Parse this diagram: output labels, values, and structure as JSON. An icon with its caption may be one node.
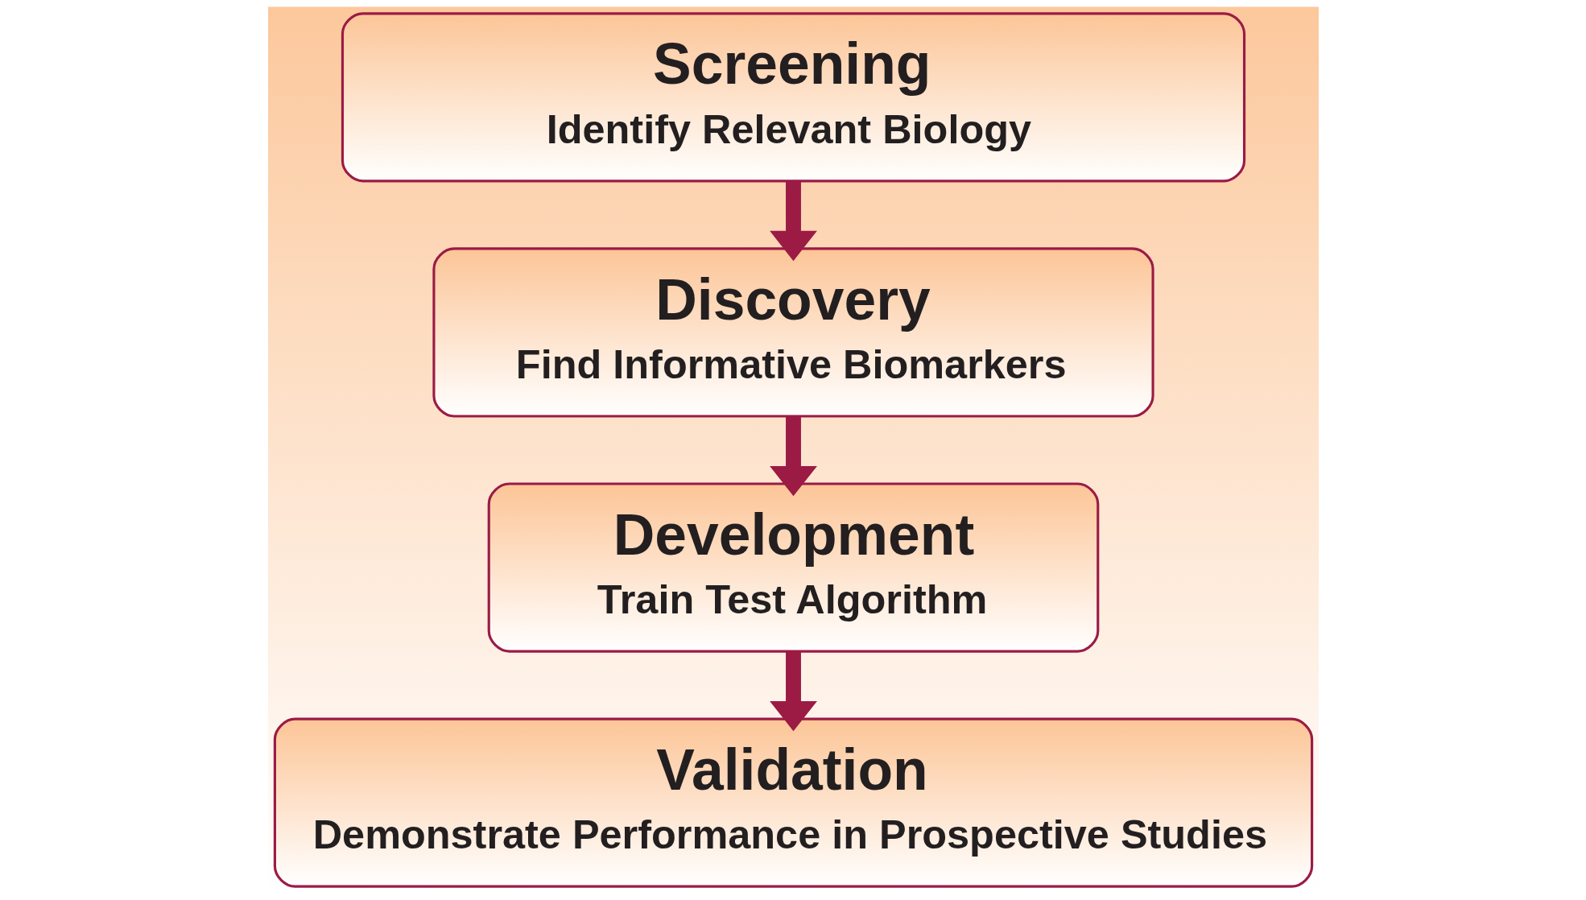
{
  "diagram": {
    "nodes": [
      {
        "text": [
          "Screening",
          "Identify Relevant Biology"
        ]
      },
      {
        "text": [
          "Discovery",
          "Find Informative Biomarkers"
        ]
      },
      {
        "text": [
          "Development",
          "Train Test Algorithm"
        ]
      },
      {
        "text": [
          "Validation",
          "Demonstrate Performance in Prospective Studies"
        ]
      }
    ],
    "edges": [
      {
        "from": 0,
        "to": 1,
        "arrow": "to"
      },
      {
        "from": 1,
        "to": 2,
        "arrow": "to"
      },
      {
        "from": 2,
        "to": 3,
        "arrow": "to"
      }
    ]
  }
}
